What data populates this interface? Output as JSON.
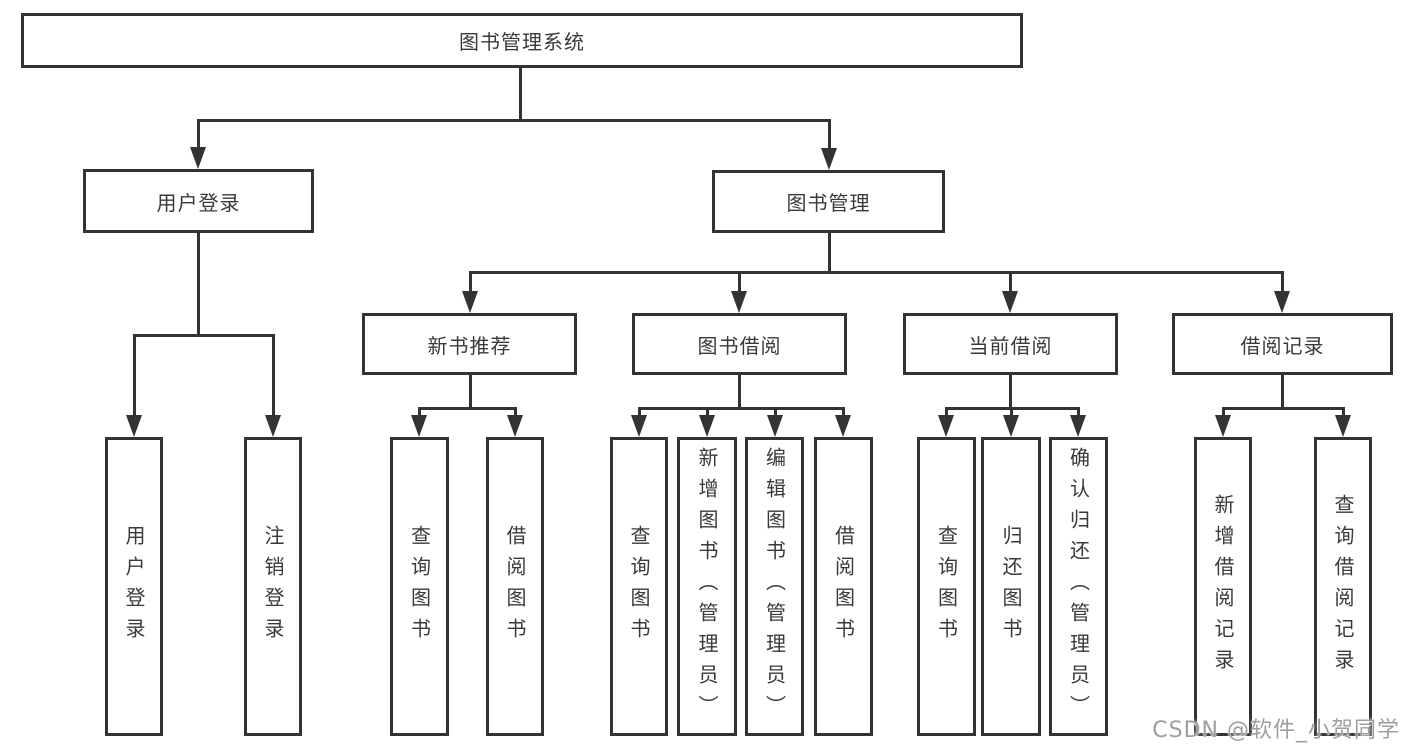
{
  "diagram": {
    "root": "图书管理系统",
    "level2": {
      "user_login": "用户登录",
      "book_management": "图书管理"
    },
    "level3": {
      "new_book_recommend": "新书推荐",
      "book_borrowing": "图书借阅",
      "current_borrowing": "当前借阅",
      "borrowing_records": "借阅记录"
    },
    "leaves": {
      "user_login": "用户登录",
      "logout": "注销登录",
      "nbr_query_books": "查询图书",
      "nbr_borrow_books": "借阅图书",
      "bb_query_books": "查询图书",
      "bb_add_books_admin": "新增图书（管理员）",
      "bb_edit_books_admin": "编辑图书（管理员）",
      "bb_borrow_books": "借阅图书",
      "cb_query_books": "查询图书",
      "cb_return_books": "归还图书",
      "cb_confirm_return_admin": "确认归还（管理员）",
      "br_add_record": "新增借阅记录",
      "br_query_record": "查询借阅记录"
    }
  },
  "watermark": "CSDN @软件_小贺同学",
  "colors": {
    "line": "#333333",
    "text": "#3a3a3a",
    "watermark": "#9e9e9e",
    "background": "#ffffff"
  }
}
